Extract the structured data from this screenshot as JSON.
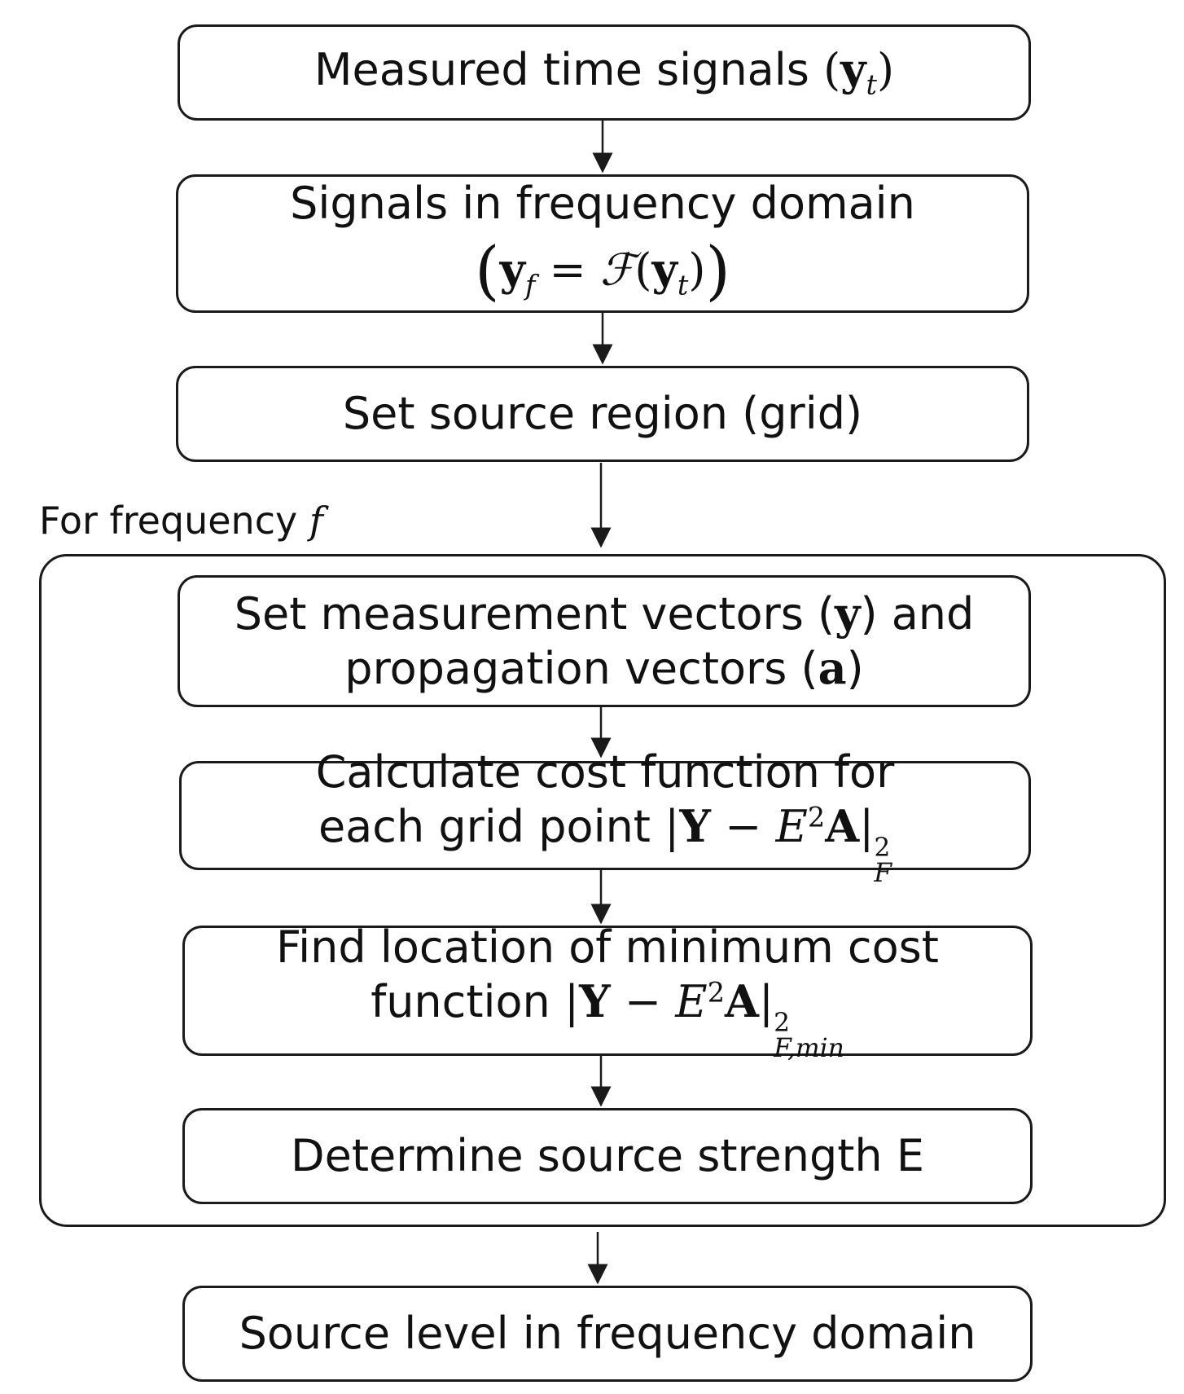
{
  "steps": {
    "s1": {
      "text": "Measured time signals ",
      "math": "y",
      "sub": "t"
    },
    "s2": {
      "line1": "Signals in frequency domain",
      "y": "y",
      "f": "f",
      "eq": " = ",
      "F": "ℱ",
      "yt": "y",
      "t": "t"
    },
    "s3": {
      "text": "Set source region (grid)"
    },
    "s4": {
      "line1a": "Set measurement vectors (",
      "y": "y",
      "line1b": ") and",
      "line2a": "propagation vectors (",
      "a": "a",
      "line2b": ")"
    },
    "s5": {
      "line1": "Calculate cost function for",
      "line2": "each grid point ",
      "Y": "Y",
      "minus": " − ",
      "E": "E",
      "sq": "2",
      "A": "A",
      "sup": "2",
      "sub": "F"
    },
    "s6": {
      "line1": "Find location of minimum cost",
      "line2": "function ",
      "Y": "Y",
      "minus": " − ",
      "E": "E",
      "sq": "2",
      "A": "A",
      "sup": "2",
      "sub": "F,min"
    },
    "s7": {
      "text": "Determine source strength E"
    },
    "s8": {
      "text": "Source level in frequency domain"
    }
  },
  "loop": {
    "label": "For frequency ",
    "var": "f"
  }
}
